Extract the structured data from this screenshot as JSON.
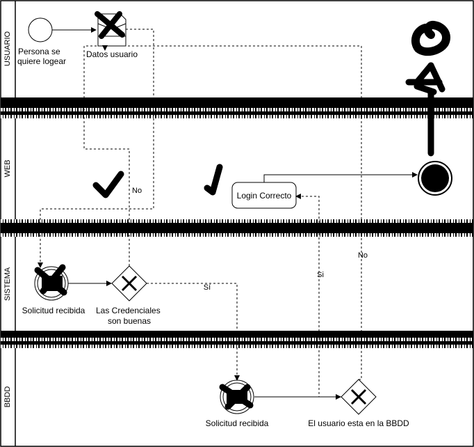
{
  "lanes": {
    "usuario": "USUARIO",
    "web": "WEB",
    "sistema": "SISTEMA",
    "bbdd": "BBDD"
  },
  "nodes": {
    "start_event": "Persona se\nquiere logear",
    "datos_usuario": "Datos usuario",
    "login_correcto": "Login Correcto",
    "solicitud_sistema": "Solicitud recibida",
    "credenciales_gateway": "Las Credenciales\nson buenas",
    "solicitud_bbdd": "Solicitud recibida",
    "usuario_bbdd_gateway": "El usuario esta en la BBDD"
  },
  "flows": {
    "no_credenciales": "No",
    "si_credenciales": "Sí",
    "si_bbdd": "Si",
    "no_bbdd": "No"
  }
}
